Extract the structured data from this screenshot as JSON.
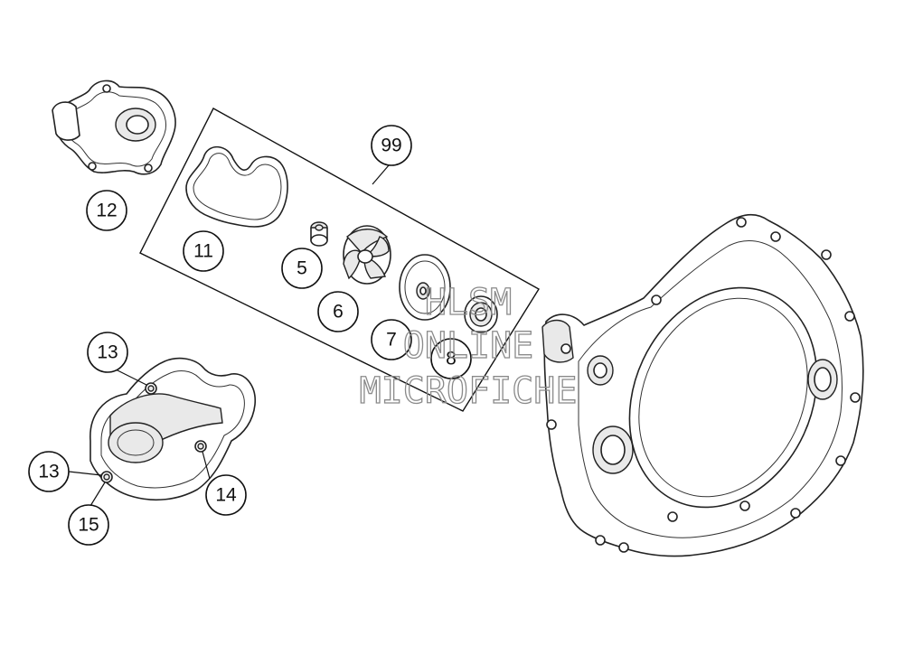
{
  "callouts": {
    "c99": "99",
    "c11": "11",
    "c12": "12",
    "c5": "5",
    "c6": "6",
    "c7": "7",
    "c8": "8",
    "c13a": "13",
    "c13b": "13",
    "c14": "14",
    "c15": "15"
  },
  "watermark": {
    "line1": "HLSM",
    "line2": "ONLINE",
    "line3": "MICROFICHE"
  },
  "colors": {
    "line": "#111111",
    "watermark": "#8a8a8a",
    "background": "#ffffff"
  }
}
